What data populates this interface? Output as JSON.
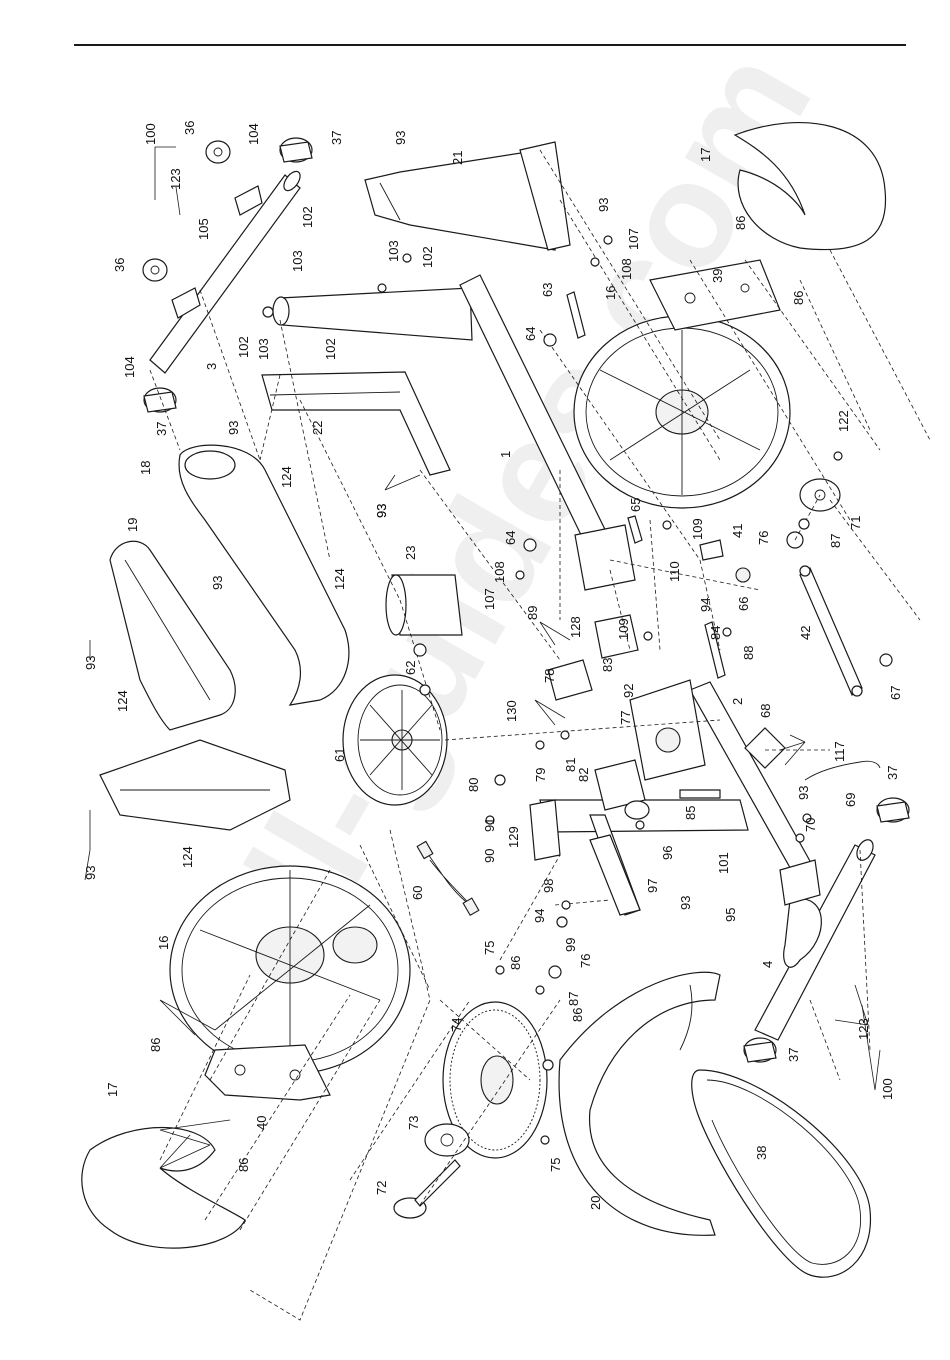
{
  "watermark": "all-guides.com",
  "parts": {
    "p1": "1",
    "p2": "2",
    "p3": "3",
    "p4": "4",
    "p16a": "16",
    "p16b": "16",
    "p17a": "17",
    "p17b": "17",
    "p18": "18",
    "p19": "19",
    "p20": "20",
    "p21": "21",
    "p22": "22",
    "p23": "23",
    "p36a": "36",
    "p36b": "36",
    "p37a": "37",
    "p37b": "37",
    "p37c": "37",
    "p37d": "37",
    "p38": "38",
    "p39": "39",
    "p40": "40",
    "p41": "41",
    "p42": "42",
    "p60": "60",
    "p61": "61",
    "p62": "62",
    "p63": "63",
    "p64a": "64",
    "p64b": "64",
    "p65": "65",
    "p66": "66",
    "p67": "67",
    "p68": "68",
    "p69": "69",
    "p70": "70",
    "p71": "71",
    "p72": "72",
    "p73": "73",
    "p74": "74",
    "p75a": "75",
    "p75b": "75",
    "p76a": "76",
    "p76b": "76",
    "p77": "77",
    "p78": "78",
    "p79": "79",
    "p80": "80",
    "p81": "81",
    "p82": "82",
    "p83": "83",
    "p84": "84",
    "p85": "85",
    "p86a": "86",
    "p86b": "86",
    "p86c": "86",
    "p86d": "86",
    "p86e": "86",
    "p86f": "86",
    "p87a": "87",
    "p87b": "87",
    "p88": "88",
    "p89": "89",
    "p90": "90",
    "p91": "91",
    "p92": "92",
    "p93a": "93",
    "p93b": "93",
    "p93c": "93",
    "p93d": "93",
    "p93e": "93",
    "p93f": "93",
    "p93g": "93",
    "p93h": "93",
    "p93i": "93",
    "p93j": "93",
    "p94a": "94",
    "p94b": "94",
    "p95": "95",
    "p96": "96",
    "p97": "97",
    "p98": "98",
    "p99": "99",
    "p100a": "100",
    "p100b": "100",
    "p101": "101",
    "p102a": "102",
    "p102b": "102",
    "p102c": "102",
    "p102d": "102",
    "p103a": "103",
    "p103b": "103",
    "p103c": "103",
    "p104a": "104",
    "p104b": "104",
    "p105": "105",
    "p107a": "107",
    "p107b": "107",
    "p108a": "108",
    "p108b": "108",
    "p109a": "109",
    "p109b": "109",
    "p110": "110",
    "p117": "117",
    "p122": "122",
    "p123a": "123",
    "p123b": "123",
    "p124a": "124",
    "p124b": "124",
    "p124c": "124",
    "p124d": "124",
    "p128": "128",
    "p129": "129",
    "p130": "130"
  }
}
